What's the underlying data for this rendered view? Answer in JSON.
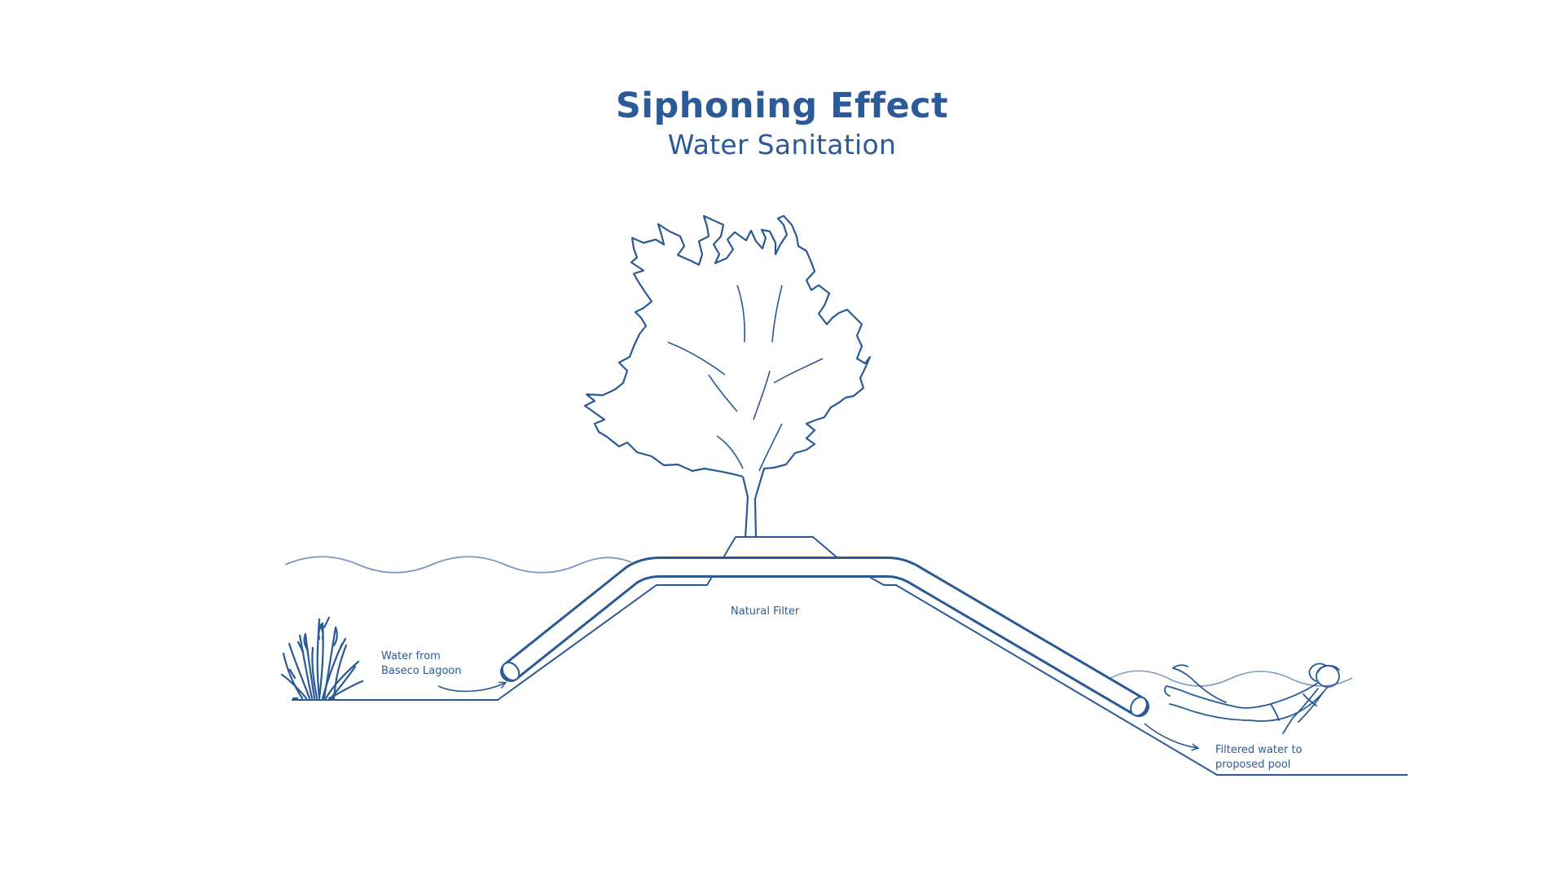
{
  "title": "Siphoning Effect",
  "subtitle": "Water Sanitation",
  "labels": {
    "natural_filter": "Natural Filter",
    "source_line1": "Water from",
    "source_line2": "Baseco Lagoon",
    "output_line1": "Filtered water to",
    "output_line2": "proposed pool"
  },
  "colors": {
    "line": "#2a5a95",
    "water": "#7f98c3",
    "background": "#ffffff"
  },
  "icons": [
    "tree-icon",
    "reeds-icon",
    "swimmer-icon",
    "pipe",
    "arrow"
  ]
}
